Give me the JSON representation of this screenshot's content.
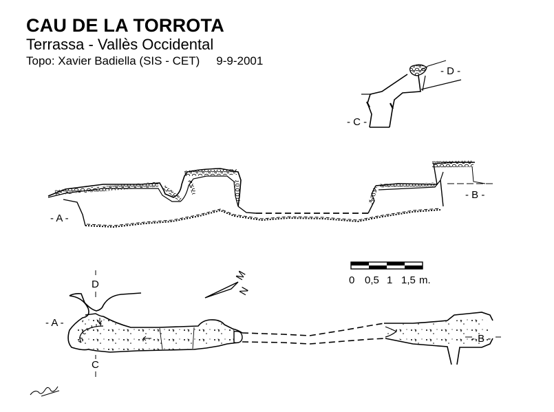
{
  "header": {
    "title": "CAU DE LA TORROTA",
    "subtitle": "Terrassa - Vallès Occidental",
    "credits": "Topo: Xavier Badiella (SIS - CET)",
    "date": "9-9-2001"
  },
  "section_labels": {
    "a": "- A -",
    "b": "- B -",
    "c": "- C -",
    "d": "- D -"
  },
  "plan_labels": {
    "a": "- A -",
    "b": "- B -",
    "c": "C",
    "d": "D"
  },
  "scale_bar": {
    "ticks": [
      "0",
      "0,5",
      "1",
      "1,5"
    ],
    "unit": "m."
  },
  "north_arrow": {
    "magnetic": "M",
    "north": "N"
  },
  "signature": "signature-mark",
  "colors": {
    "ink": "#000000",
    "paper": "#ffffff"
  }
}
